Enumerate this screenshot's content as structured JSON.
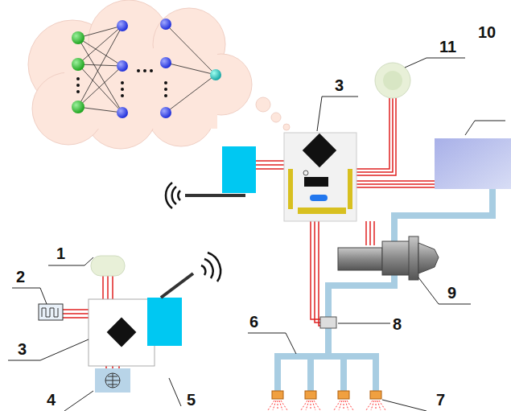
{
  "diagram": {
    "labels": [
      "11",
      "3",
      "10",
      "1",
      "2",
      "3",
      "6",
      "8",
      "9",
      "4",
      "5",
      "7"
    ]
  }
}
